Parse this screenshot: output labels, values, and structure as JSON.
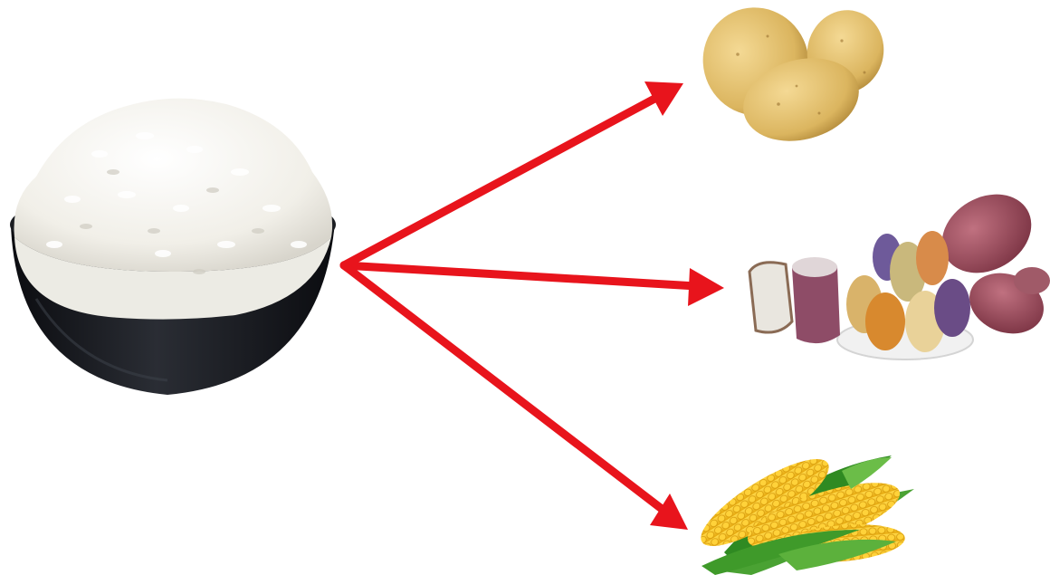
{
  "diagram": {
    "source_item": "rice-bowl",
    "targets": [
      "potatoes",
      "taro-and-sweet-potatoes",
      "corn"
    ],
    "arrow_color": "#e8141c",
    "colors": {
      "bowl": "#15171c",
      "rice": "#f4f2ec",
      "potato": "#e2bf6e",
      "sweet_potato": "#9a4a5a",
      "corn": "#f2c11c",
      "husk": "#3f9a2a"
    }
  }
}
